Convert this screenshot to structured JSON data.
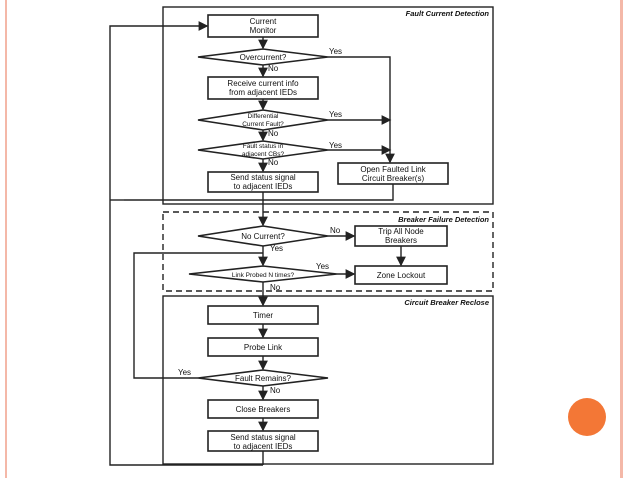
{
  "accent_color": "#f37736",
  "stripe_color": "#f4b8a8",
  "sections": {
    "fault_current": "Fault Current Detection",
    "breaker_failure": "Breaker Failure Detection",
    "reclose": "Circuit Breaker Reclose"
  },
  "nodes": {
    "current_monitor": [
      "Current",
      "Monitor"
    ],
    "overcurrent": "Overcurrent?",
    "receive_info": [
      "Receive current info",
      "from adjacent IEDs"
    ],
    "differential": [
      "Differential",
      "Current Fault?"
    ],
    "fault_status": [
      "Fault status in",
      "adjacent CBs?"
    ],
    "send_status_1": [
      "Send status signal",
      "to adjacent IEDs"
    ],
    "open_faulted": [
      "Open Faulted Link",
      "Circuit Breaker(s)"
    ],
    "no_current": "No Current?",
    "trip_all": [
      "Trip All Node",
      "Breakers"
    ],
    "link_probed": "Link Probed N times?",
    "zone_lockout": "Zone Lockout",
    "timer": "Timer",
    "probe_link": "Probe Link",
    "fault_remains": "Fault Remains?",
    "close_breakers": "Close Breakers",
    "send_status_2": [
      "Send status signal",
      "to adjacent IEDs"
    ]
  },
  "edge_labels": {
    "yes": "Yes",
    "no": "No"
  }
}
